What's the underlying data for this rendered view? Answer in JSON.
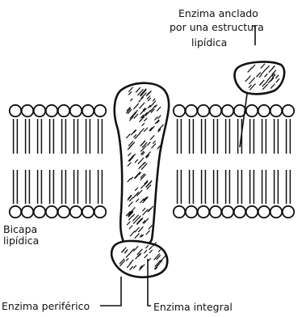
{
  "labels": {
    "anchored_line1": "Enzima anclado",
    "anchored_line2": "por una estructura",
    "anchored_line3": "lipídica",
    "bilayer_line1": "Bicapa",
    "bilayer_line2": "lipídica",
    "peripheral": "Enzima periférico",
    "integral": "Enzima integral"
  },
  "colors": {
    "ink": "#111111",
    "background": "#ffffff"
  }
}
